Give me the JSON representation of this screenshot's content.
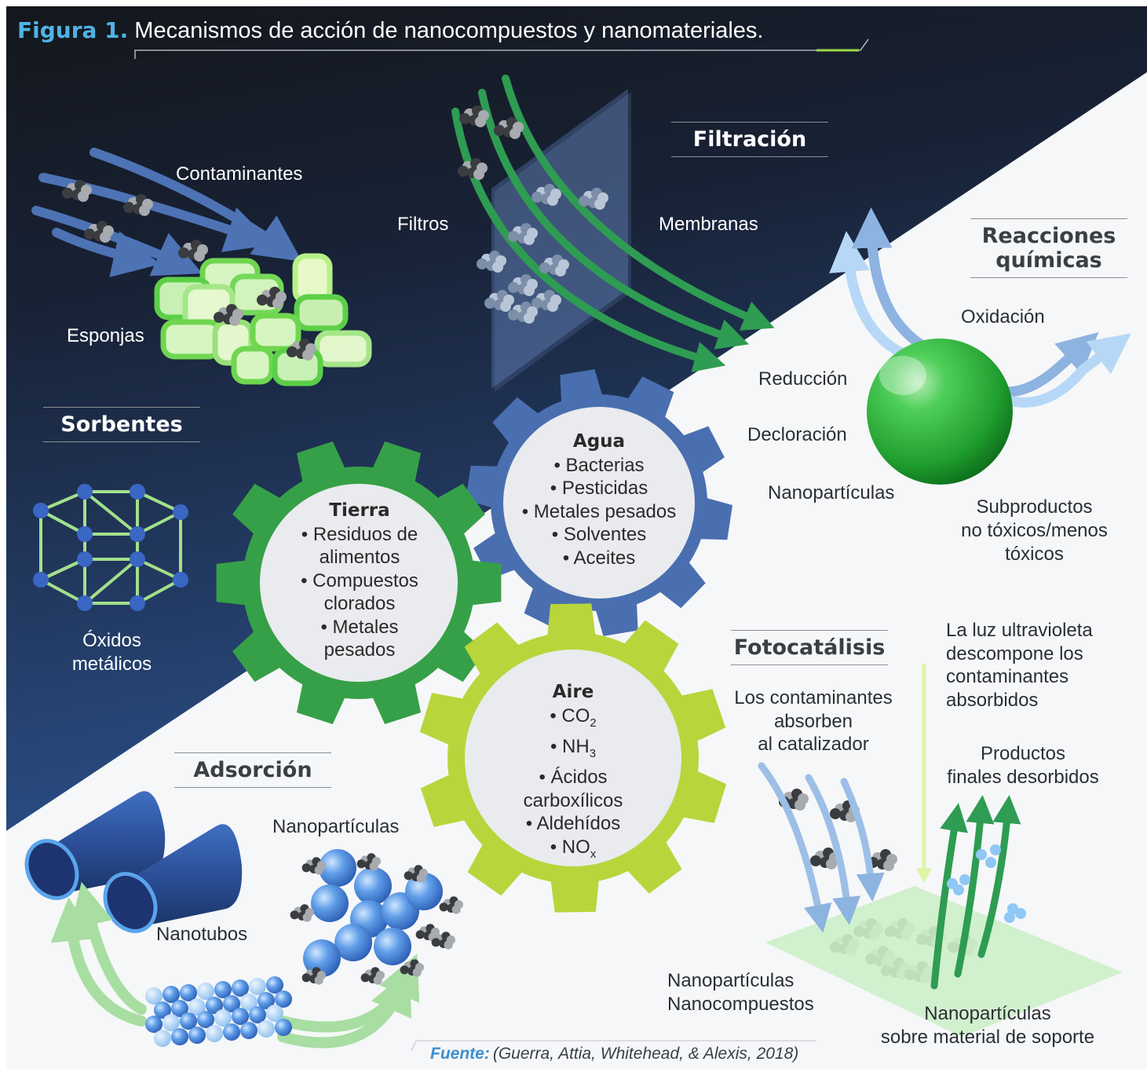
{
  "title": {
    "figure_label": "Figura 1.",
    "text": "Mecanismos de acción de nanocompuestos y nanomateriales."
  },
  "sections": {
    "filtracion": "Filtración",
    "reacciones_line1": "Reacciones",
    "reacciones_line2": "químicas",
    "sorbentes": "Sorbentes",
    "adsorcion": "Adsorción",
    "fotocatalisis": "Fotocatálisis"
  },
  "labels": {
    "contaminantes": "Contaminantes",
    "filtros": "Filtros",
    "membranas": "Membranas",
    "esponjas": "Esponjas",
    "oxidos_line1": "Óxidos",
    "oxidos_line2": "metálicos",
    "oxidacion": "Oxidación",
    "reduccion": "Reducción",
    "decloracion": "Decloración",
    "nanoparticulas_rq": "Nanopartículas",
    "subproductos_line1": "Subproductos",
    "subproductos_line2": "no tóxicos/menos",
    "subproductos_line3": "tóxicos",
    "luz_line1": "La luz ultravioleta",
    "luz_line2": "descompone los",
    "luz_line3": "contaminantes",
    "luz_line4": "absorbidos",
    "los_cont_line1": "Los contaminantes",
    "los_cont_line2": "absorben",
    "los_cont_line3": "al catalizador",
    "productos_line1": "Productos",
    "productos_line2": "finales desorbidos",
    "nanopart_ads": "Nanopartículas",
    "nanotubos": "Nanotubos",
    "nanopart_nanocomp_line1": "Nanopartículas",
    "nanopart_nanocomp_line2": "Nanocompuestos",
    "soporte_line1": "Nanopartículas",
    "soporte_line2": "sobre material de soporte"
  },
  "gears": {
    "agua": {
      "title": "Agua",
      "items": [
        "• Bacterias",
        "• Pesticidas",
        "• Metales pesados",
        "• Solventes",
        "• Aceites"
      ],
      "color": "#4a6fb0"
    },
    "tierra": {
      "title": "Tierra",
      "items": [
        "• Residuos de",
        "alimentos",
        "• Compuestos",
        "clorados",
        "• Metales",
        "pesados"
      ],
      "color": "#36a048"
    },
    "aire": {
      "title": "Aire",
      "co2": "• CO",
      "co2_sub": "2",
      "nh3": "• NH",
      "nh3_sub": "3",
      "items": [
        "• Ácidos",
        "carboxílicos",
        "• Aldehídos"
      ],
      "nox": "• NO",
      "nox_sub": "x",
      "color": "#b9d53c"
    }
  },
  "source": {
    "label": "Fuente:",
    "text": "(Guerra, Attia, Whitehead, & Alexis, 2018)"
  },
  "colors": {
    "dark_top": "#14171c",
    "dark_bottom": "#2b4f88",
    "accent_blue": "#4fb3e6",
    "green_arrow": "#2e9c52"
  }
}
